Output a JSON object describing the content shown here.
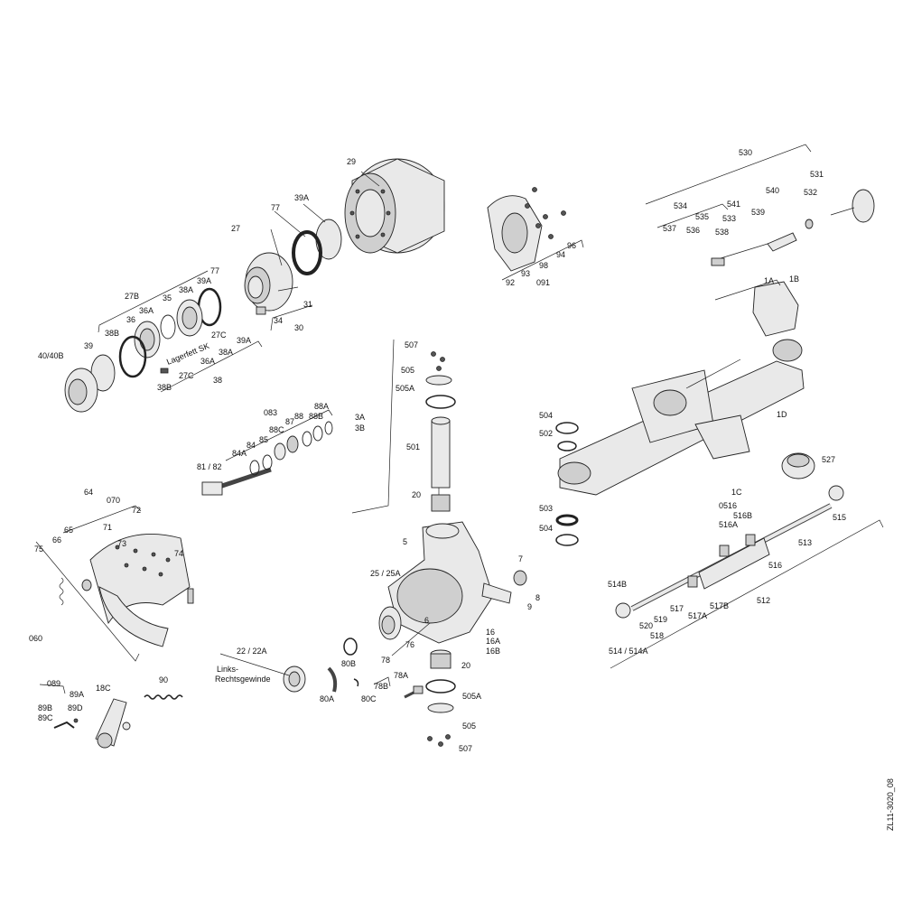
{
  "drawing_code": "ZL11-3020_08",
  "labels": {
    "l29": "29",
    "l39A_top": "39A",
    "l77_top": "77",
    "l27": "27",
    "l31": "31",
    "l34": "34",
    "l30": "30",
    "l27B": "27B",
    "l77b": "77",
    "l39A_b": "39A",
    "l38A": "38A",
    "l35": "35",
    "l36A": "36A",
    "l36": "36",
    "l38B": "38B",
    "l39": "39",
    "l40_40B": "40/40B",
    "l27C": "27C",
    "l39A_c": "39A",
    "lagerfett": "Lagerfett SK",
    "l36A_b": "36A",
    "l38A_b": "38A",
    "l27C_b": "27C",
    "l38B_b": "38B",
    "l38": "38",
    "l530": "530",
    "l531": "531",
    "l540": "540",
    "l532": "532",
    "l534": "534",
    "l535": "535",
    "l541": "541",
    "l533": "533",
    "l539": "539",
    "l537": "537",
    "l536": "536",
    "l538": "538",
    "l1A": "1A",
    "l1B": "1B",
    "l96": "96",
    "l94": "94",
    "l93": "93",
    "l98": "98",
    "l92": "92",
    "l091": "091",
    "l507_t": "507",
    "l505_t": "505",
    "l505A_t": "505A",
    "l3A": "3A",
    "l3B": "3B",
    "l501": "501",
    "l20_t": "20",
    "l083": "083",
    "l88A": "88A",
    "l88": "88",
    "l88B": "88B",
    "l87": "87",
    "l88C": "88C",
    "l85": "85",
    "l84": "84",
    "l84A": "84A",
    "l81_82": "81 / 82",
    "l504_t": "504",
    "l502": "502",
    "l503": "503",
    "l504_b": "504",
    "l1D": "1D",
    "l527": "527",
    "l1C": "1C",
    "l0516": "0516",
    "l516B": "516B",
    "l516A": "516A",
    "l515": "515",
    "l513": "513",
    "l516": "516",
    "l514B": "514B",
    "l517": "517",
    "l517B": "517B",
    "l519": "519",
    "l520": "520",
    "l517A": "517A",
    "l512": "512",
    "l518": "518",
    "l514_514A": "514 / 514A",
    "l64": "64",
    "l070": "070",
    "l72": "72",
    "l65": "65",
    "l71": "71",
    "l73": "73",
    "l66": "66",
    "l75": "75",
    "l74": "74",
    "l060": "060",
    "l5": "5",
    "l25_25A": "25 / 25A",
    "l7": "7",
    "l8": "8",
    "l9": "9",
    "l6": "6",
    "l16": "16",
    "l16A": "16A",
    "l16B": "16B",
    "l76": "76",
    "l20_b": "20",
    "l22_22A": "22 / 22A",
    "links": "Links-",
    "rechts": "Rechtsgewinde",
    "l80B": "80B",
    "l80A": "80A",
    "l80C": "80C",
    "l78": "78",
    "l78A": "78A",
    "l78B": "78B",
    "l505A_b": "505A",
    "l505_b": "505",
    "l507_b": "507",
    "l089": "089",
    "l89A": "89A",
    "l18C": "18C",
    "l90": "90",
    "l89B": "89B",
    "l89D": "89D",
    "l89C": "89C"
  }
}
